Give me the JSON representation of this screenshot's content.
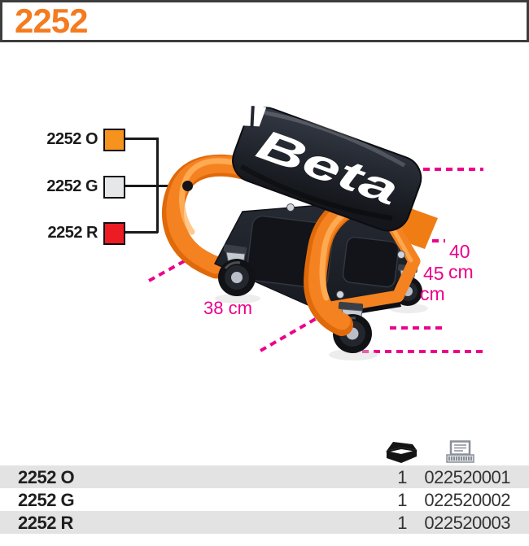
{
  "header": {
    "title": "2252"
  },
  "legend": {
    "items": [
      {
        "label": "2252 O",
        "swatch": "#F6921E",
        "swatch_name": "orange"
      },
      {
        "label": "2252 G",
        "swatch": "#E6E7E8",
        "swatch_name": "gray"
      },
      {
        "label": "2252 R",
        "swatch": "#ED1C24",
        "swatch_name": "red"
      }
    ]
  },
  "product": {
    "brand_logo": "Beta"
  },
  "dimensions": {
    "width_label": "38 cm",
    "depth_value": "40",
    "depth_unit": "cm",
    "height_value": "45",
    "height_unit": "cm"
  },
  "colors": {
    "accent_orange": "#F58220",
    "annotation_magenta": "#EC008C",
    "swatch_red": "#ED1C24",
    "row_gray": "#E3E3E4",
    "frame_dark": "#3D3D3D"
  },
  "table": {
    "header_icons": [
      {
        "name": "pack-quantity-icon"
      },
      {
        "name": "order-code-icon"
      }
    ],
    "rows": [
      {
        "model": "2252 O",
        "qty": "1",
        "code": "022520001"
      },
      {
        "model": "2252 G",
        "qty": "1",
        "code": "022520002"
      },
      {
        "model": "2252 R",
        "qty": "1",
        "code": "022520003"
      }
    ]
  }
}
